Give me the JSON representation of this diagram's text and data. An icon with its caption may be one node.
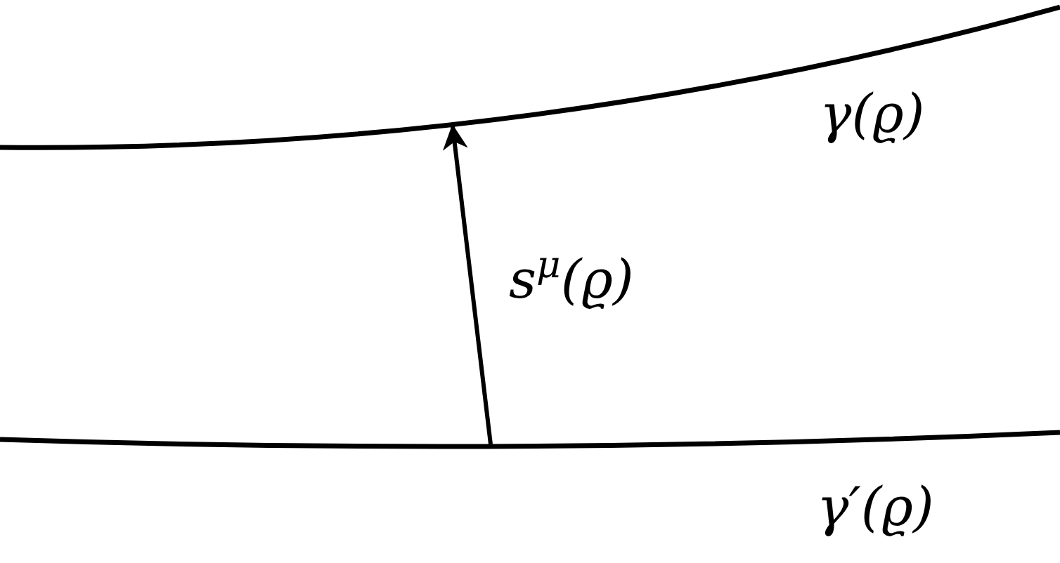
{
  "diagram": {
    "nodes": [
      {
        "text": [
          "γ(ϱ)"
        ]
      },
      {
        "text": [
          "γ′(ϱ)"
        ]
      }
    ],
    "edges": [
      {
        "from": 1,
        "to": 0,
        "arrow": "to",
        "label": "s$^{μ}$(ϱ)"
      }
    ]
  }
}
